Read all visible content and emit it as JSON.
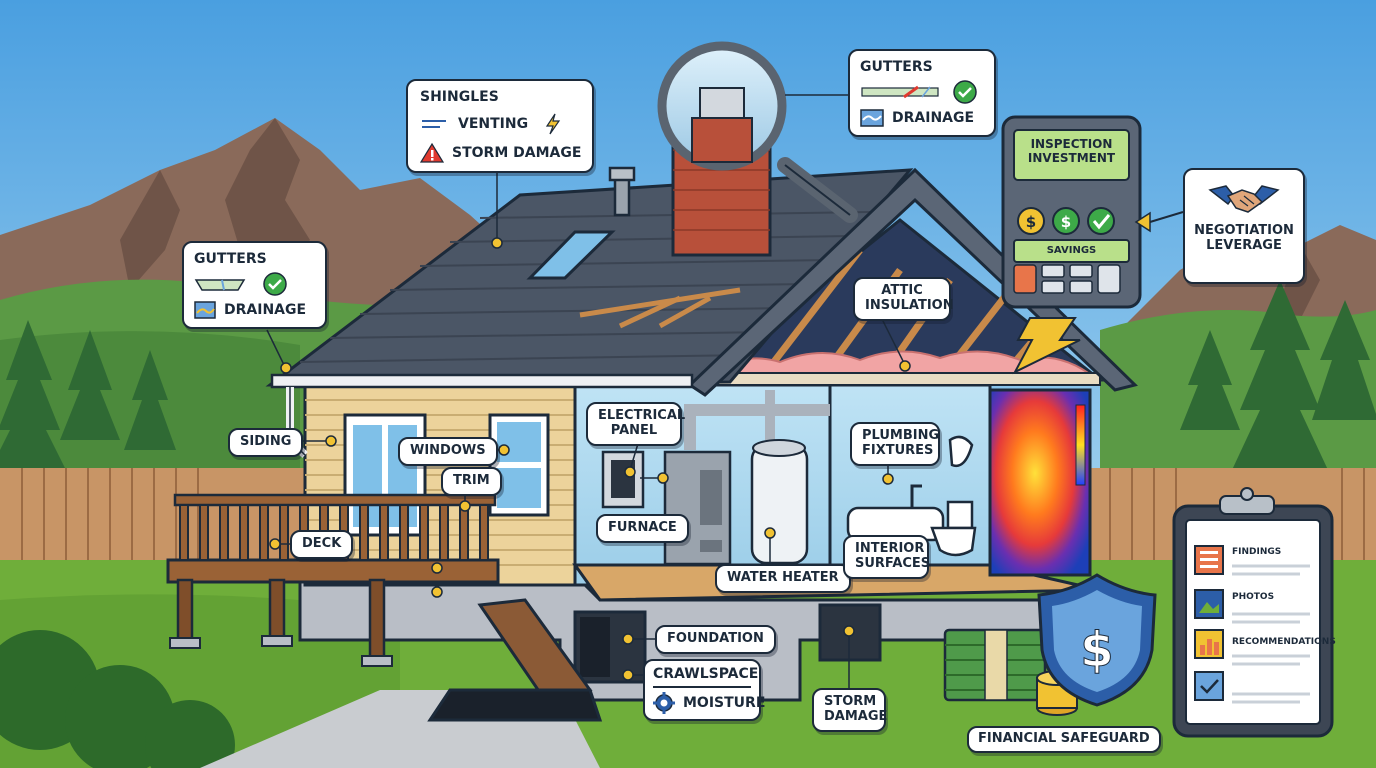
{
  "labels": {
    "shingles": "SHINGLES",
    "venting": "VENTING",
    "storm_damage_roof": "STORM DAMAGE",
    "gutters_left": "GUTTERS",
    "drainage_left": "DRAINAGE",
    "gutters_top": "GUTTERS",
    "drainage_top": "DRAINAGE",
    "inspection_investment": "INSPECTION INVESTMENT",
    "savings": "SAVINGS",
    "negotiation_leverage": "NEGOTIATION LEVERAGE",
    "attic_insulation": "ATTIC INSULATION",
    "siding": "SIDING",
    "windows": "WINDOWS",
    "trim": "TRIM",
    "deck": "DECK",
    "electrical_panel": "ELECTRICAL PANEL",
    "furnace": "FURNACE",
    "water_heater": "WATER HEATER",
    "plumbing_fixtures": "PLUMBING FIXTURES",
    "interior_surfaces": "INTERIOR SURFACES",
    "foundation": "FOUNDATION",
    "crawlspace": "CRAWLSPACE",
    "moisture": "MOISTURE",
    "storm_damage_ground": "STORM DAMAGE",
    "financial_safeguard": "FINANCIAL SAFEGUARD",
    "findings": "FINDINGS",
    "photos": "PHOTOS",
    "recommendations": "RECOMMENDATIONS"
  },
  "icons": {
    "lightning": "lightning-icon",
    "warning": "warning-icon",
    "check": "check-icon",
    "handshake": "handshake-icon",
    "gear": "gear-icon",
    "dollar": "dollar-icon",
    "shield": "shield-dollar-icon",
    "magnifier": "magnifying-glass-icon"
  },
  "colors": {
    "sky_top": "#4a9fe0",
    "sky_bottom": "#c5e6f6",
    "roof": "#4b5666",
    "siding": "#ecd39b",
    "brick": "#b8503a",
    "grass": "#6fae3a",
    "check_green": "#3daa48",
    "warning_red": "#e03a2f",
    "calculator_screen": "#b9e08a",
    "insulation_pink": "#f1a4a4"
  }
}
